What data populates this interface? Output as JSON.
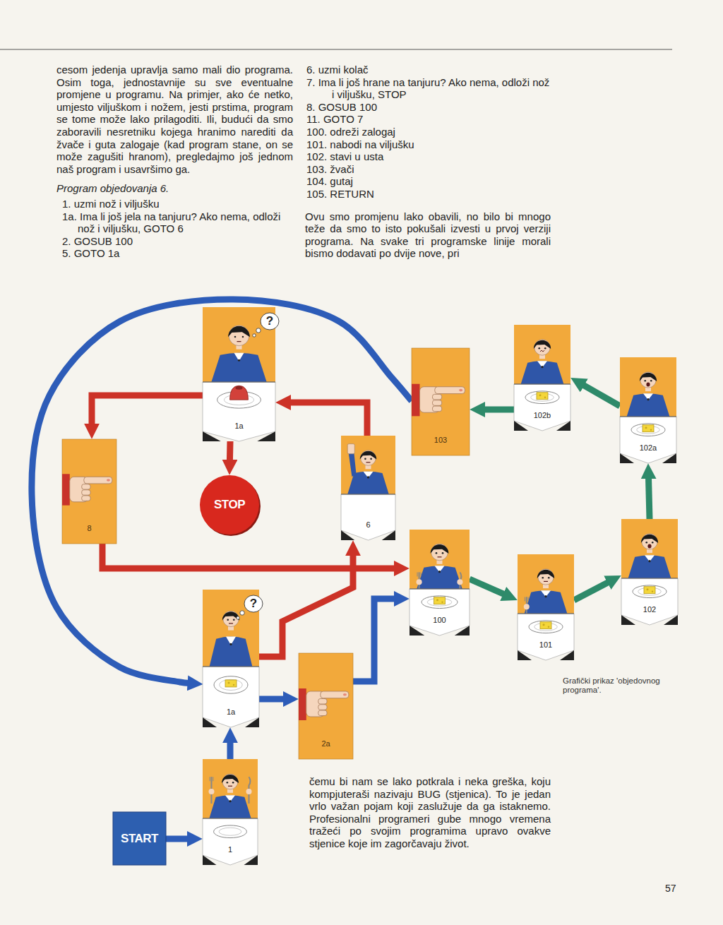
{
  "diagram": {
    "caption": "Grafički prikaz 'objedovnog programa'.",
    "nodes": [
      {
        "text": [
          "1a"
        ]
      },
      {
        "text": [
          "103"
        ]
      },
      {
        "text": [
          "102b"
        ]
      },
      {
        "text": [
          "102a"
        ]
      },
      {
        "text": [
          "8"
        ]
      },
      {
        "text": [
          "STOP"
        ]
      },
      {
        "text": [
          "6"
        ]
      },
      {
        "text": [
          "100"
        ]
      },
      {
        "text": [
          "101"
        ]
      },
      {
        "text": [
          "102"
        ]
      },
      {
        "text": [
          "1a"
        ]
      },
      {
        "text": [
          "2a"
        ]
      },
      {
        "text": [
          "START"
        ]
      },
      {
        "text": [
          "1"
        ]
      }
    ],
    "edges": [
      {
        "from": 12,
        "to": 13,
        "arrow": "to"
      },
      {
        "from": 13,
        "to": 10,
        "arrow": "to"
      },
      {
        "from": 10,
        "to": 11,
        "arrow": "to"
      },
      {
        "from": 11,
        "to": 7,
        "arrow": "to"
      },
      {
        "from": 10,
        "to": 6,
        "arrow": "to"
      },
      {
        "from": 6,
        "to": 0,
        "arrow": "to"
      },
      {
        "from": 0,
        "to": 5,
        "arrow": "to"
      },
      {
        "from": 0,
        "to": 4,
        "arrow": "to"
      },
      {
        "from": 4,
        "to": 7,
        "arrow": "to"
      },
      {
        "from": 7,
        "to": 8,
        "arrow": "to"
      },
      {
        "from": 8,
        "to": 9,
        "arrow": "to"
      },
      {
        "from": 9,
        "to": 3,
        "arrow": "to"
      },
      {
        "from": 3,
        "to": 2,
        "arrow": "to"
      },
      {
        "from": 2,
        "to": 1,
        "arrow": "to"
      },
      {
        "from": 1,
        "to": 10,
        "arrow": "to"
      }
    ],
    "labels": [
      "cesom jedenja upravlja samo mali dio programa. Osim toga, jednostavnije su sve eventualne promjene u programu. Na primjer, ako će netko, umjesto viljuškom i nožem, jesti prstima, program se tome može lako prilagoditi. Ili, budući da smo zaboravili nesretniku kojega hranimo narediti da žvače i guta zalogaje (kad program stane, on se može zagušiti hranom), pregledajmo još jednom naš program i usavršimo ga.",
      "Program objedovanja 6.",
      "1. uzmi nož i viljušku",
      "1a. Ima li još jela na tanjuru? Ako nema, odloži nož i viljušku, GOTO 6",
      "2. GOSUB 100",
      "5. GOTO 1a",
      "6. uzmi kolač",
      "7. Ima li još hrane na tanjuru? Ako nema, odloži nož i viljušku, STOP",
      "8. GOSUB 100",
      "11. GOTO 7",
      "100. odreži zalogaj",
      "101. nabodi na viljušku",
      "102. stavi u usta",
      "103. žvači",
      "104. gutaj",
      "105. RETURN",
      "Ovu smo promjenu lako obavili, no bilo bi mnogo teže da smo to isto pokušali izvesti u prvoj verziji programa. Na svake tri programske linije morali bismo dodavati po dvije nove, pri",
      "čemu bi nam se lako potkrala i neka greška, koju kompjuteraši nazivaju BUG (stjenica). To je jedan vrlo važan pojam koji zaslužuje da ga istaknemo. Profesionalni programeri gube mnogo vremena tražeći po svojim programima upravo ovakve stjenice koje im zagorčavaju život.",
      "57",
      "?",
      "?"
    ]
  }
}
